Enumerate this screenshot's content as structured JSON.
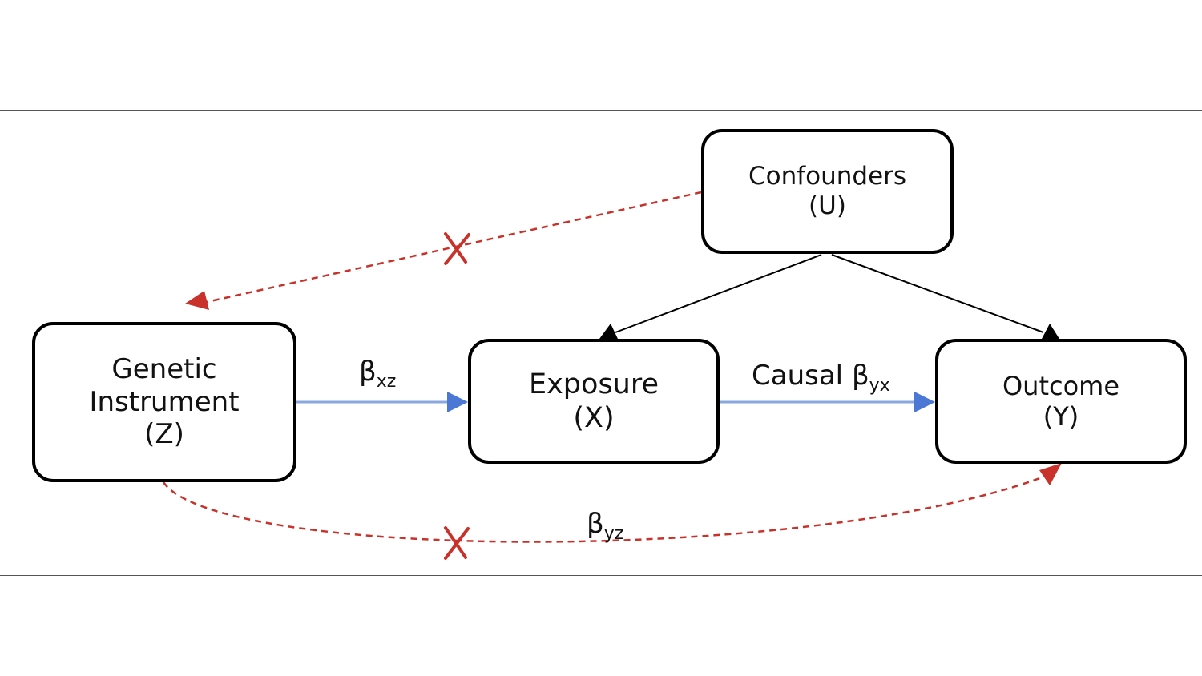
{
  "nodes": {
    "confounders": {
      "line1": "Confounders",
      "line2": "(U)"
    },
    "instrument": {
      "line1": "Genetic",
      "line2": "Instrument",
      "line3": "(Z)"
    },
    "exposure": {
      "line1": "Exposure",
      "line2": "(X)"
    },
    "outcome": {
      "line1": "Outcome",
      "line2": "(Y)"
    }
  },
  "edges": {
    "bxz": {
      "symbol": "β",
      "subscript": "xz"
    },
    "byx": {
      "prefix": "Causal ",
      "symbol": "β",
      "subscript": "yx"
    },
    "byz": {
      "symbol": "β",
      "subscript": "yz"
    }
  },
  "colors": {
    "causal_arrow": "#4a78d4",
    "violated_path": "#c8322a",
    "confounder_arrow": "#000000"
  }
}
